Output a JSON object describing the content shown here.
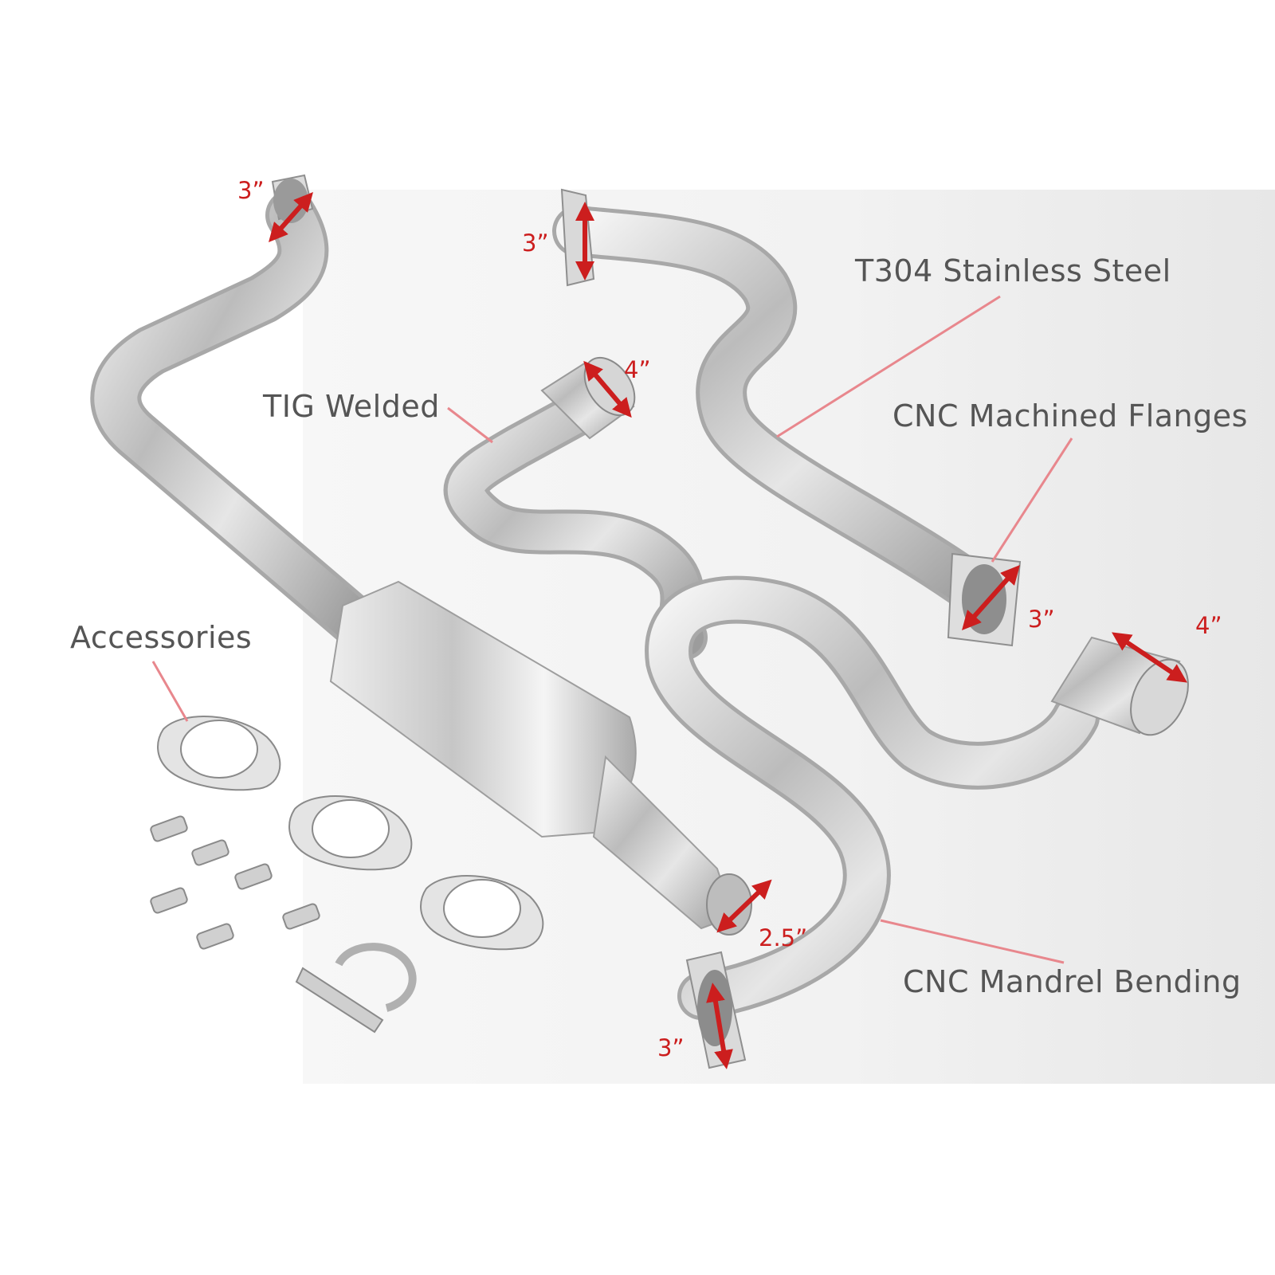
{
  "callouts": {
    "material": "T304 Stainless Steel",
    "welding": "TIG Welded",
    "flanges": "CNC Machined Flanges",
    "accessories": "Accessories",
    "bending": "CNC Mandrel Bending"
  },
  "dimensions": {
    "left_inlet": "3”",
    "upper_inlet": "3”",
    "upper_tip": "4”",
    "flange_outlet": "3”",
    "right_tip": "4”",
    "muffler_outlet": "2.5”",
    "lower_inlet": "3”"
  },
  "colors": {
    "dimension": "#cc1e1e",
    "leader": "#e8878d",
    "label": "#555555",
    "steel": "#c9c9c9"
  },
  "icons": [
    "exhaust-pipe-assembly",
    "muffler",
    "exhaust-tip",
    "flange",
    "gasket",
    "bolt",
    "u-clamp",
    "dimension-arrow"
  ]
}
